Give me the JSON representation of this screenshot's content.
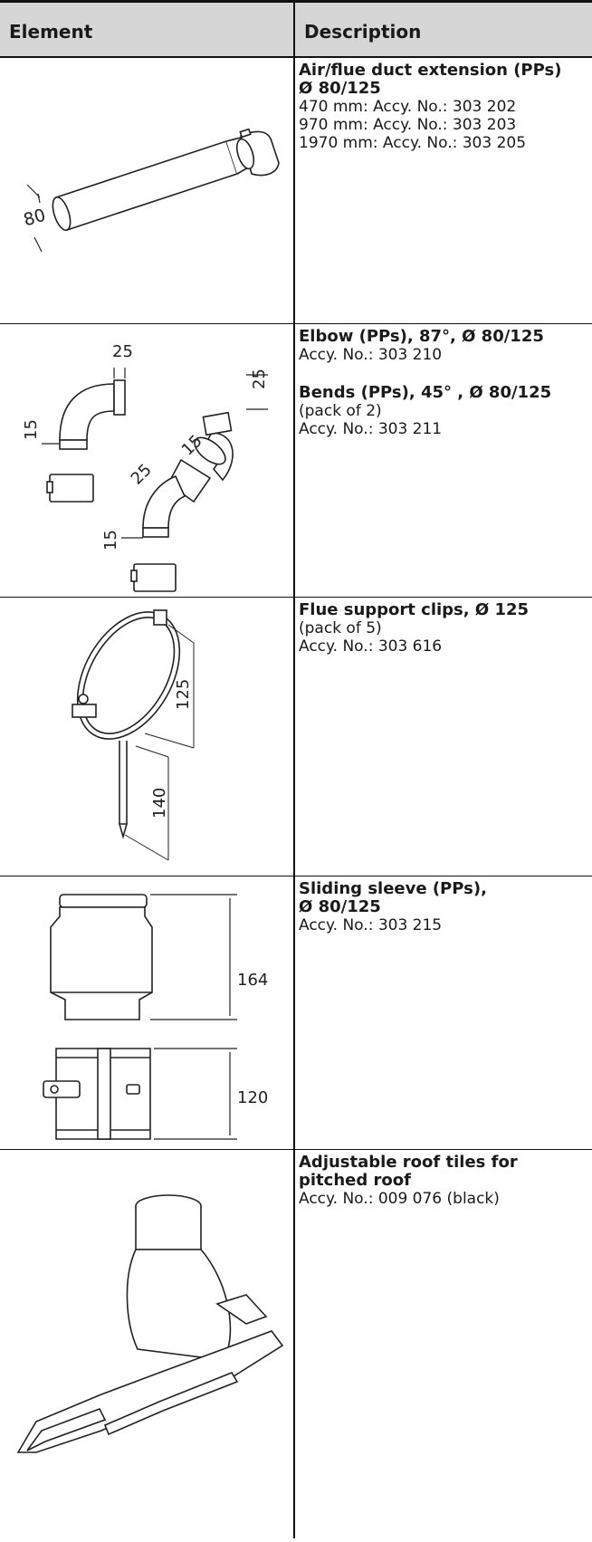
{
  "header": {
    "col1": "Element",
    "col2": "Description"
  },
  "rows": [
    {
      "title": "Air/flue duct extension (PPs)",
      "title2": "Ø 80/125",
      "lines": [
        "470 mm:  Accy. No.: 303 202",
        "970 mm:  Accy. No.: 303 203",
        "1970 mm: Accy. No.: 303 205"
      ],
      "dim": "80"
    },
    {
      "title": "Elbow (PPs), 87°, Ø 80/125",
      "line1": "Accy. No.: 303 210",
      "title2": "Bends (PPs), 45° , Ø 80/125",
      "line2": "(pack of 2)",
      "line3": "Accy. No.: 303 211",
      "dims": [
        "25",
        "25",
        "15",
        "15",
        "25",
        "15"
      ]
    },
    {
      "title": "Flue support clips, Ø 125",
      "line1": "(pack of 5)",
      "line2": "Accy. No.: 303 616",
      "dims": [
        "125",
        "140"
      ]
    },
    {
      "title": "Sliding sleeve (PPs),",
      "title2": "Ø 80/125",
      "line1": "Accy. No.: 303 215",
      "dims": [
        "164",
        "120"
      ]
    },
    {
      "title": "Adjustable roof tiles for",
      "title2": "pitched roof",
      "line1": "Accy. No.: 009 076 (black)"
    }
  ]
}
